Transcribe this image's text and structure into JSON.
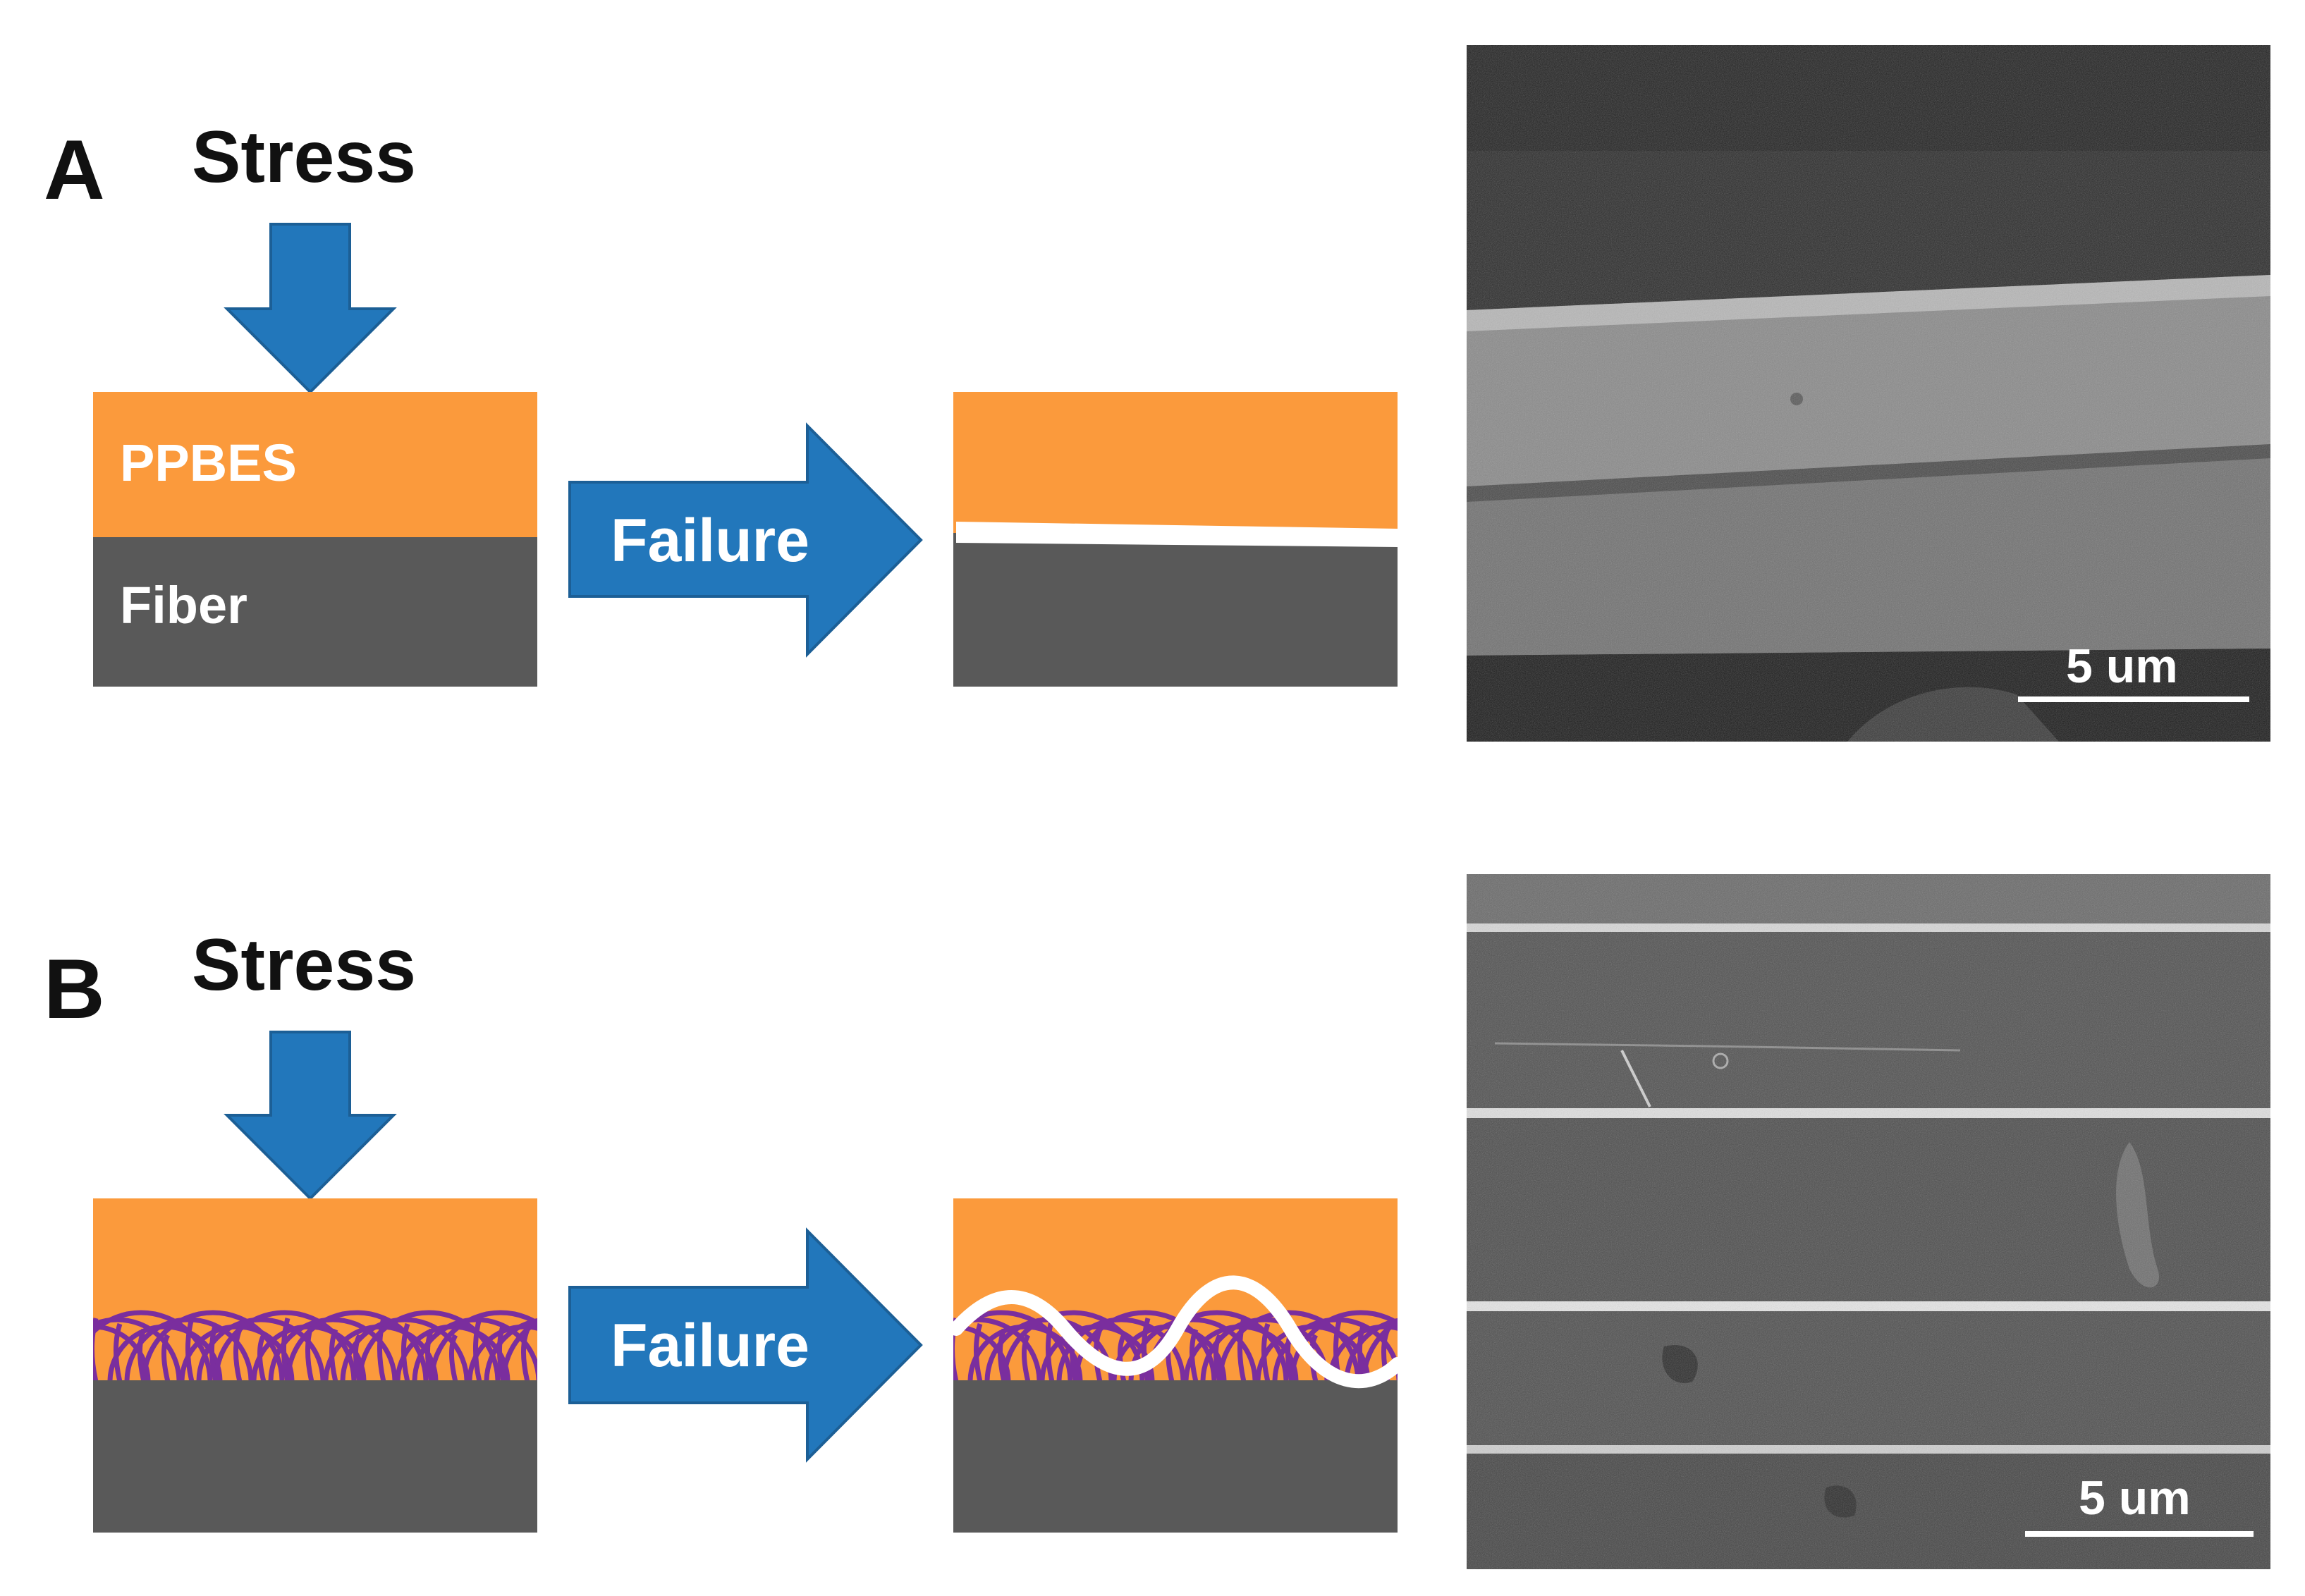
{
  "panel_a": {
    "letter": "A",
    "stress_label": "Stress",
    "matrix_label": "PPBES",
    "fiber_label": "Fiber",
    "failure_label": "Failure",
    "scale_label": "5 um"
  },
  "panel_b": {
    "letter": "B",
    "stress_label": "Stress",
    "failure_label": "Failure",
    "scale_label": "5 um"
  },
  "colors": {
    "matrix_orange": "#FB9A3C",
    "fiber_gray": "#595959",
    "arrow_blue": "#2277BB",
    "arrow_outline": "#1C5F96",
    "network_purple": "#7A2E9E",
    "crack_white": "#FFFFFF"
  }
}
